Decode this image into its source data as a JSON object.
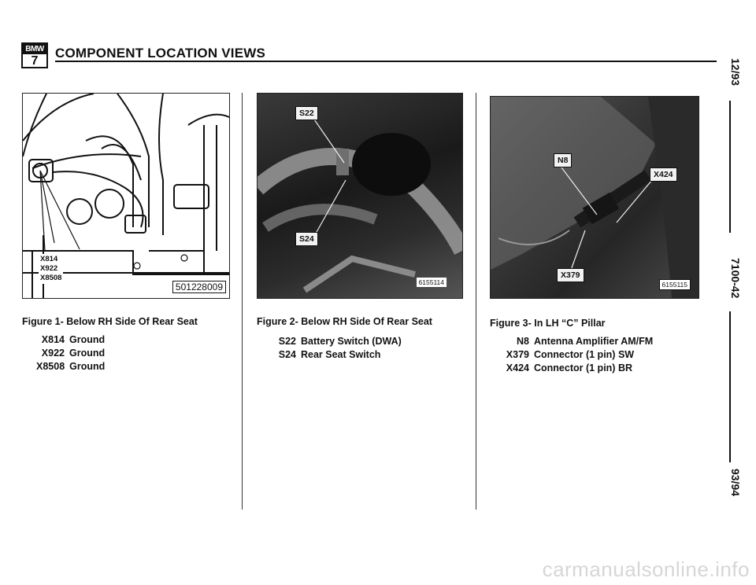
{
  "header": {
    "logo_top": "BMW",
    "logo_bottom": "7",
    "title": "COMPONENT LOCATION VIEWS"
  },
  "side": {
    "date": "12/93",
    "page": "7100-42",
    "year": "93/94"
  },
  "figure1": {
    "image_code": "501228009",
    "callouts": [
      "X814",
      "X922",
      "X8508"
    ],
    "caption": "Figure 1- Below RH Side Of Rear Seat",
    "items": [
      {
        "code": "X814",
        "desc": "Ground"
      },
      {
        "code": "X922",
        "desc": "Ground"
      },
      {
        "code": "X8508",
        "desc": "Ground"
      }
    ]
  },
  "figure2": {
    "image_code": "6155114",
    "labels": [
      "S22",
      "S24"
    ],
    "caption": "Figure 2- Below RH Side Of Rear Seat",
    "items": [
      {
        "code": "S22",
        "desc": "Battery Switch (DWA)"
      },
      {
        "code": "S24",
        "desc": "Rear Seat Switch"
      }
    ]
  },
  "figure3": {
    "image_code": "6155115",
    "labels": [
      "N8",
      "X424",
      "X379"
    ],
    "caption": "Figure 3- In LH “C” Pillar",
    "items": [
      {
        "code": "N8",
        "desc": "Antenna Amplifier AM/FM"
      },
      {
        "code": "X379",
        "desc": "Connector (1 pin) SW"
      },
      {
        "code": "X424",
        "desc": "Connector (1 pin) BR"
      }
    ]
  },
  "footer": {
    "watermark": "carmanualsonline.info"
  }
}
